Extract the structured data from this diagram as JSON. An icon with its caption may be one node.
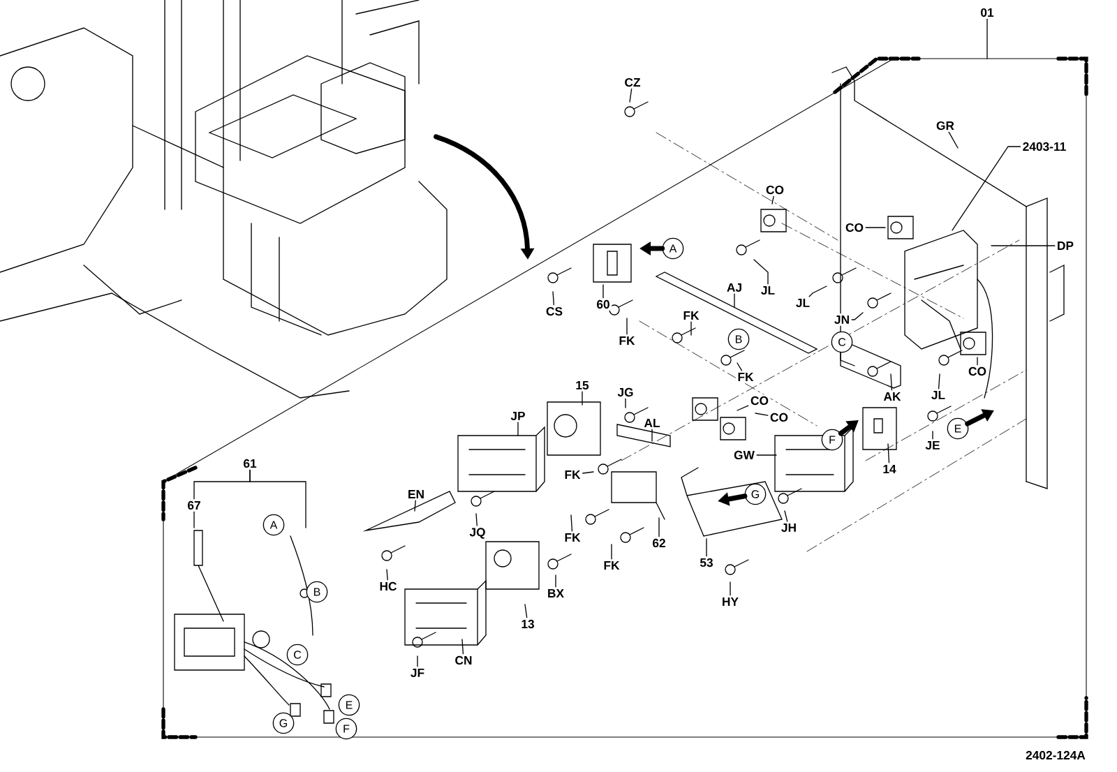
{
  "diagram": {
    "nodes": [
      {
        "text": [],
        "shape": "picture"
      },
      {
        "text": [
          "01"
        ]
      },
      {
        "text": [
          "CZ"
        ]
      },
      {
        "text": [
          "GR"
        ]
      },
      {
        "text": [
          "2403-11"
        ]
      },
      {
        "text": [
          "CO"
        ]
      },
      {
        "text": [
          "CO"
        ]
      },
      {
        "text": [
          "DP"
        ]
      },
      {
        "text": [
          "A"
        ]
      },
      {
        "text": [
          "CS"
        ]
      },
      {
        "text": [
          "60"
        ]
      },
      {
        "text": [
          "JL"
        ]
      },
      {
        "text": [
          "AJ"
        ]
      },
      {
        "text": [
          "JL"
        ]
      },
      {
        "text": [
          "FK"
        ]
      },
      {
        "text": [
          "FK"
        ]
      },
      {
        "text": [
          "B"
        ]
      },
      {
        "text": [
          "JN"
        ]
      },
      {
        "text": [
          "C"
        ]
      },
      {
        "text": [
          "FK"
        ]
      },
      {
        "text": [
          "15"
        ]
      },
      {
        "text": [
          "JG"
        ]
      },
      {
        "text": [
          "AL"
        ]
      },
      {
        "text": [
          "CO"
        ]
      },
      {
        "text": [
          "CO"
        ]
      },
      {
        "text": [
          "AK"
        ]
      },
      {
        "text": [
          "CO"
        ]
      },
      {
        "text": [
          "JL"
        ]
      },
      {
        "text": [
          "JE"
        ]
      },
      {
        "text": [
          "E"
        ]
      },
      {
        "text": [
          "F"
        ]
      },
      {
        "text": [
          "14"
        ]
      },
      {
        "text": [
          "JP"
        ]
      },
      {
        "text": [
          "FK"
        ]
      },
      {
        "text": [
          "GW"
        ]
      },
      {
        "text": [
          "G"
        ]
      },
      {
        "text": [
          "61"
        ]
      },
      {
        "text": [
          "67"
        ]
      },
      {
        "text": [
          "EN"
        ]
      },
      {
        "text": [
          "JQ"
        ]
      },
      {
        "text": [
          "FK"
        ]
      },
      {
        "text": [
          "62"
        ]
      },
      {
        "text": [
          "FK"
        ]
      },
      {
        "text": [
          "53"
        ]
      },
      {
        "text": [
          "JH"
        ]
      },
      {
        "text": [
          "A"
        ]
      },
      {
        "text": [
          "HC"
        ]
      },
      {
        "text": [
          "BX"
        ]
      },
      {
        "text": [
          "B"
        ]
      },
      {
        "text": [
          "13"
        ]
      },
      {
        "text": [
          "HY"
        ]
      },
      {
        "text": [
          "C"
        ]
      },
      {
        "text": [
          "CN"
        ]
      },
      {
        "text": [
          "JF"
        ]
      },
      {
        "text": [
          "E"
        ]
      },
      {
        "text": [
          "G"
        ]
      },
      {
        "text": [
          "F"
        ]
      }
    ],
    "edges": [
      {
        "from": 0,
        "to": null,
        "arrow": "to",
        "style": "thick"
      },
      {
        "from": 1,
        "to": null,
        "arrow": "none"
      },
      {
        "from": 2,
        "to": null,
        "arrow": "none"
      },
      {
        "from": 3,
        "to": null,
        "arrow": "none"
      },
      {
        "from": 4,
        "to": null,
        "arrow": "none"
      },
      {
        "from": 5,
        "to": null,
        "arrow": "none"
      },
      {
        "from": 6,
        "to": null,
        "arrow": "none"
      },
      {
        "from": 7,
        "to": null,
        "arrow": "none"
      },
      {
        "from": 8,
        "to": null,
        "arrow": "to",
        "style": "thick"
      },
      {
        "from": 9,
        "to": null,
        "arrow": "none"
      },
      {
        "from": 10,
        "to": null,
        "arrow": "none"
      },
      {
        "from": 11,
        "to": null,
        "arrow": "none"
      },
      {
        "from": 12,
        "to": null,
        "arrow": "none"
      },
      {
        "from": 13,
        "to": null,
        "arrow": "none"
      },
      {
        "from": 14,
        "to": null,
        "arrow": "none"
      },
      {
        "from": 15,
        "to": null,
        "arrow": "none"
      },
      {
        "from": 17,
        "to": null,
        "arrow": "none"
      },
      {
        "from": 19,
        "to": null,
        "arrow": "none"
      },
      {
        "from": 20,
        "to": null,
        "arrow": "none"
      },
      {
        "from": 21,
        "to": null,
        "arrow": "none"
      },
      {
        "from": 22,
        "to": null,
        "arrow": "none"
      },
      {
        "from": 23,
        "to": null,
        "arrow": "none"
      },
      {
        "from": 24,
        "to": null,
        "arrow": "none"
      },
      {
        "from": 25,
        "to": null,
        "arrow": "none"
      },
      {
        "from": 26,
        "to": null,
        "arrow": "none"
      },
      {
        "from": 27,
        "to": null,
        "arrow": "none"
      },
      {
        "from": 28,
        "to": null,
        "arrow": "none"
      },
      {
        "from": 29,
        "to": null,
        "arrow": "to",
        "style": "thick"
      },
      {
        "from": 30,
        "to": null,
        "arrow": "to",
        "style": "thick"
      },
      {
        "from": 31,
        "to": null,
        "arrow": "none"
      },
      {
        "from": 32,
        "to": null,
        "arrow": "none"
      },
      {
        "from": 33,
        "to": null,
        "arrow": "none"
      },
      {
        "from": 34,
        "to": null,
        "arrow": "none"
      },
      {
        "from": 35,
        "to": null,
        "arrow": "to",
        "style": "thick"
      },
      {
        "from": 36,
        "to": 37,
        "arrow": "none"
      },
      {
        "from": 36,
        "to": null,
        "arrow": "none"
      },
      {
        "from": 37,
        "to": null,
        "arrow": "none"
      },
      {
        "from": 38,
        "to": null,
        "arrow": "none"
      },
      {
        "from": 39,
        "to": null,
        "arrow": "none"
      },
      {
        "from": 40,
        "to": null,
        "arrow": "none"
      },
      {
        "from": 41,
        "to": null,
        "arrow": "none"
      },
      {
        "from": 42,
        "to": null,
        "arrow": "none"
      },
      {
        "from": 43,
        "to": null,
        "arrow": "none"
      },
      {
        "from": 44,
        "to": null,
        "arrow": "none"
      },
      {
        "from": 46,
        "to": null,
        "arrow": "none"
      },
      {
        "from": 47,
        "to": null,
        "arrow": "none"
      },
      {
        "from": 49,
        "to": null,
        "arrow": "none"
      },
      {
        "from": 50,
        "to": null,
        "arrow": "none"
      },
      {
        "from": 52,
        "to": null,
        "arrow": "none"
      },
      {
        "from": 53,
        "to": null,
        "arrow": "none"
      }
    ],
    "labels": [
      "2402-124A"
    ]
  }
}
